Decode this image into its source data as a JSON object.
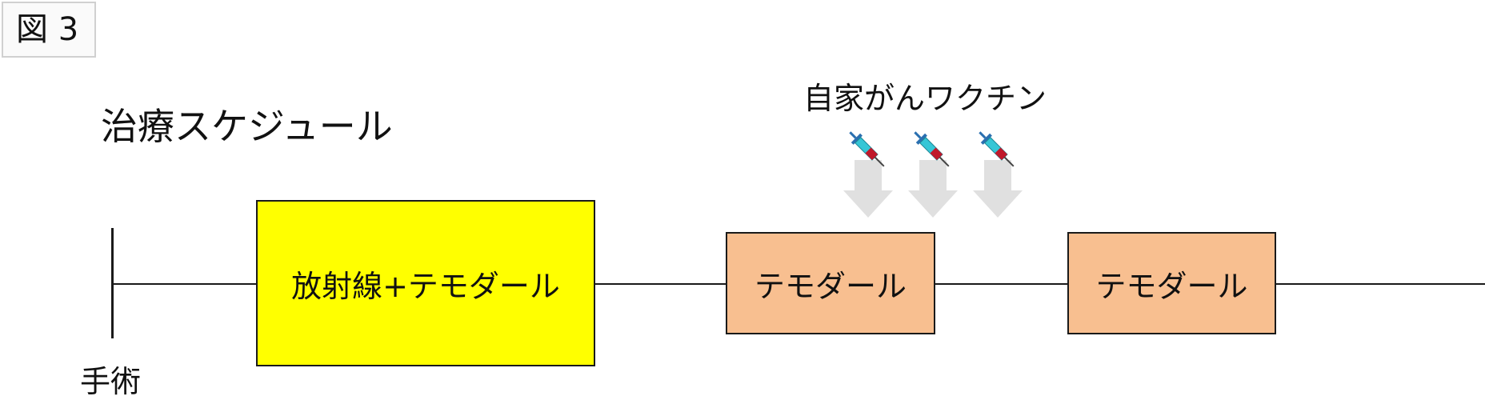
{
  "figure_label": "図 3",
  "title": "治療スケジュール",
  "vaccine": {
    "label": "自家がんワクチン",
    "injection_icons": [
      "syringe-icon",
      "syringe-icon",
      "syringe-icon"
    ]
  },
  "timeline": {
    "start_label": "手術"
  },
  "phases": [
    {
      "label": "放射線+テモダール",
      "color": "#ffff00"
    },
    {
      "label": "テモダール",
      "color": "#f8bf90"
    },
    {
      "label": "テモダール",
      "color": "#f8bf90"
    }
  ],
  "colors": {
    "arrow": "#e0e0e0",
    "syringe_barrel": "#35c6d6",
    "syringe_plunger": "#2a6fb0",
    "syringe_liquid": "#c0182a",
    "line": "#1a1a1a"
  }
}
